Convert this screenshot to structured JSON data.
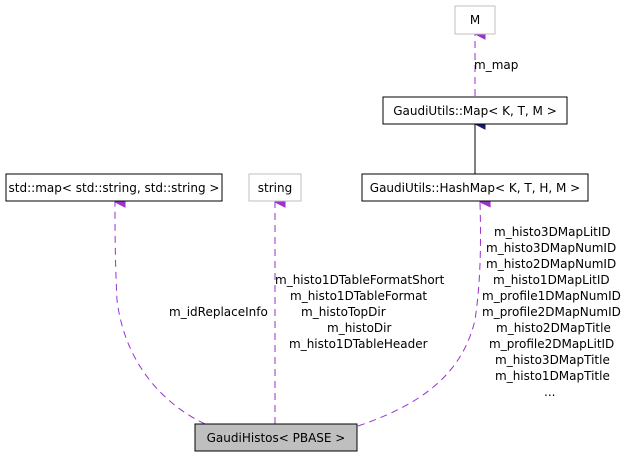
{
  "nodes": {
    "m": "M",
    "map": "GaudiUtils::Map< K, T, M >",
    "hashmap": "GaudiUtils::HashMap< K, T, H, M >",
    "stdmap": "std::map< std::string, std::string >",
    "string": "string",
    "gaudihistos": "GaudiHistos< PBASE >"
  },
  "edges": {
    "m_map": "m_map",
    "id_replace_info": "m_idReplaceInfo",
    "string_members": [
      "m_histo1DTableFormatShort",
      "m_histo1DTableFormat",
      "m_histoTopDir",
      "m_histoDir",
      "m_histo1DTableHeader"
    ],
    "hashmap_members": [
      "m_histo3DMapLitID",
      "m_histo3DMapNumID",
      "m_histo2DMapNumID",
      "m_histo1DMapLitID",
      "m_profile1DMapNumID",
      "m_profile2DMapNumID",
      "m_histo2DMapTitle",
      "m_profile2DMapLitID",
      "m_histo3DMapTitle",
      "m_histo1DMapTitle",
      "..."
    ]
  },
  "colors": {
    "usage_edge": "#9a32cd",
    "inheritance_edge": "#191970",
    "focus_node_fill": "#bfbfbf"
  }
}
